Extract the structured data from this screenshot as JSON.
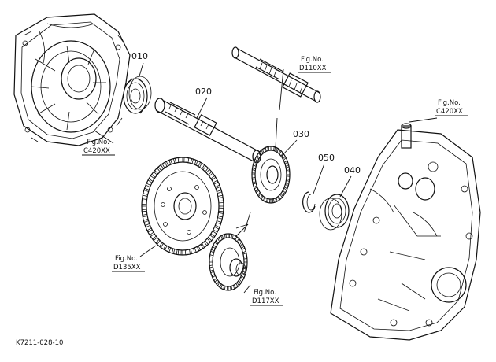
{
  "parts": [
    {
      "id": "part-010",
      "number": "010"
    },
    {
      "id": "part-020",
      "number": "020"
    },
    {
      "id": "part-030",
      "number": "030"
    },
    {
      "id": "part-040",
      "number": "040"
    },
    {
      "id": "part-050",
      "number": "050"
    }
  ],
  "fig_refs": [
    {
      "id": "fig-c420-left",
      "line1": "Fig.No.",
      "line2": "C420XX"
    },
    {
      "id": "fig-d110",
      "line1": "Fig.No.",
      "line2": "D110XX"
    },
    {
      "id": "fig-c420-right",
      "line1": "Fig.No.",
      "line2": "C420XX"
    },
    {
      "id": "fig-d135",
      "line1": "Fig.No.",
      "line2": "D135XX"
    },
    {
      "id": "fig-d117",
      "line1": "Fig.No.",
      "line2": "D117XX"
    }
  ],
  "drawing_code": "K7211-028-10"
}
